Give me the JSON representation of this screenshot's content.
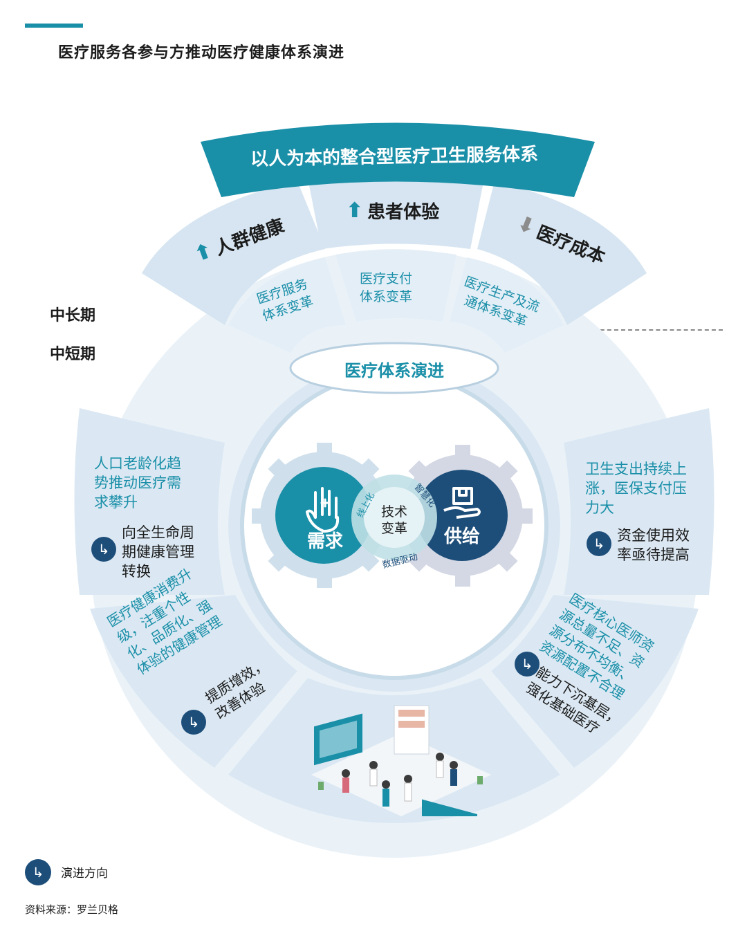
{
  "title": "医疗服务各参与方推动医疗健康体系演进",
  "banner": "以人为本的整合型医疗卫生服务体系",
  "period_long": "中长期",
  "period_short": "中短期",
  "top_segments": [
    {
      "label": "人群健康",
      "trend": "up"
    },
    {
      "label": "患者体验",
      "trend": "up"
    },
    {
      "label": "医疗成本",
      "trend": "down"
    }
  ],
  "sub_segments": [
    {
      "lines": [
        "医疗服务",
        "体系变革"
      ]
    },
    {
      "lines": [
        "医疗支付",
        "体系变革"
      ]
    },
    {
      "lines": [
        "医疗生产及流",
        "通体系变革"
      ]
    }
  ],
  "center_title": "医疗体系演进",
  "gears": {
    "demand": "需求",
    "supply": "供给",
    "tech_lines": [
      "技术",
      "变革"
    ],
    "arc_online": "线上化",
    "arc_smart": "智慧化",
    "arc_data": "数据驱动"
  },
  "left_upper": {
    "lines": [
      "人口老龄化趋",
      "势推动医疗需",
      "求攀升"
    ],
    "arrow_lines": [
      "向全生命周",
      "期健康管理",
      "转换"
    ]
  },
  "right_upper": {
    "lines": [
      "卫生支出持续上",
      "涨，医保支付压",
      "力大"
    ],
    "arrow_lines": [
      "资金使用效",
      "率亟待提高"
    ]
  },
  "left_lower": {
    "lines": [
      "医疗健康消费升",
      "级，注重个性",
      "化、品质化、强",
      "体验的健康管理"
    ],
    "arrow_lines": [
      "提质增效，",
      "改善体验"
    ]
  },
  "right_lower": {
    "lines": [
      "医疗核心医师资",
      "源总量不足、资",
      "源分布不均衡、",
      "资源配置不合理"
    ],
    "arrow_lines": [
      "能力下沉基层，",
      "强化基础医疗"
    ]
  },
  "legend": "演进方向",
  "source": "资料来源：罗兰贝格",
  "colors": {
    "teal": "#1a8fa8",
    "navy": "#1d4e7a",
    "light_blue": "#dbe8f3",
    "pale_blue": "#eaf2f8",
    "gear_grey": "#ccd6e0"
  }
}
